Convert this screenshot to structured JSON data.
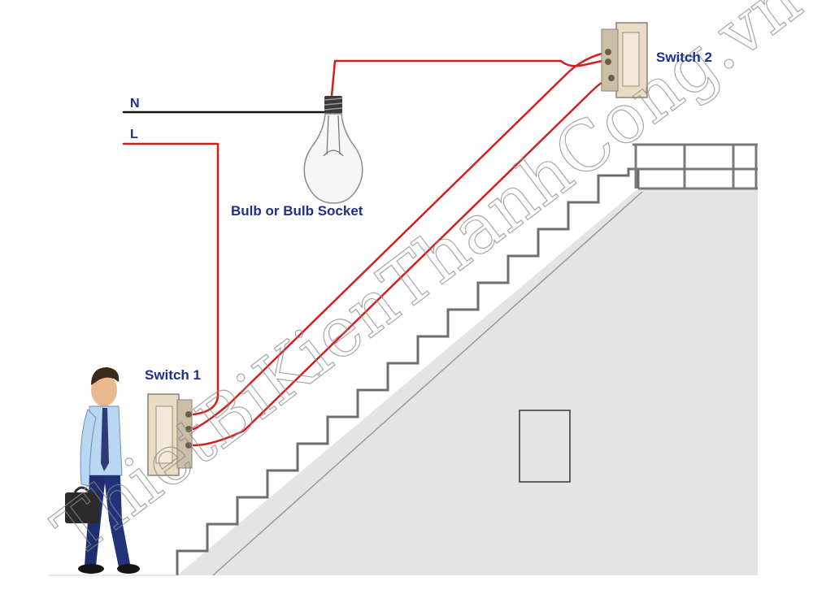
{
  "labels": {
    "neutral": "N",
    "live": "L",
    "bulb": "Bulb or Bulb Socket",
    "switch1": "Switch 1",
    "switch2": "Switch 2"
  },
  "watermark": "ThietBiKienThanhCong.vn",
  "colors": {
    "live_wire": "#d41f1f",
    "neutral_wire": "#111111",
    "label_text": "#1f2f8f",
    "wall": "#e4e4e4"
  },
  "icons": {
    "bulb": "light-bulb-icon",
    "switch": "two-way-switch-icon",
    "person": "person-with-briefcase-icon"
  }
}
